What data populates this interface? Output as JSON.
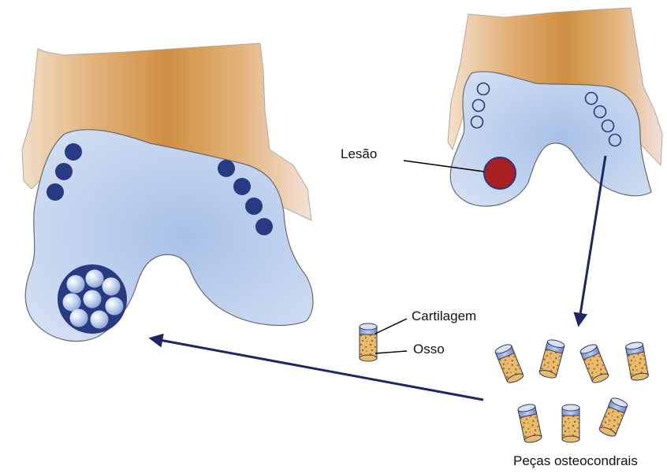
{
  "labels": {
    "lesion": "Lesão",
    "cartilage": "Cartilagem",
    "bone": "Osso",
    "osteochondral_pieces": "Peças osteocondrais"
  },
  "colors": {
    "bone_tan": "#dca96d",
    "bone_dark": "#c98838",
    "cartilage_blue": "#c8d7ee",
    "cartilage_outline": "#6a6a70",
    "plug_blue": "#283a82",
    "lesion_red": "#a82020",
    "arrow_navy": "#1d2766",
    "plug_core": "#e7b96a",
    "plug_speckle": "#b86a1e"
  }
}
